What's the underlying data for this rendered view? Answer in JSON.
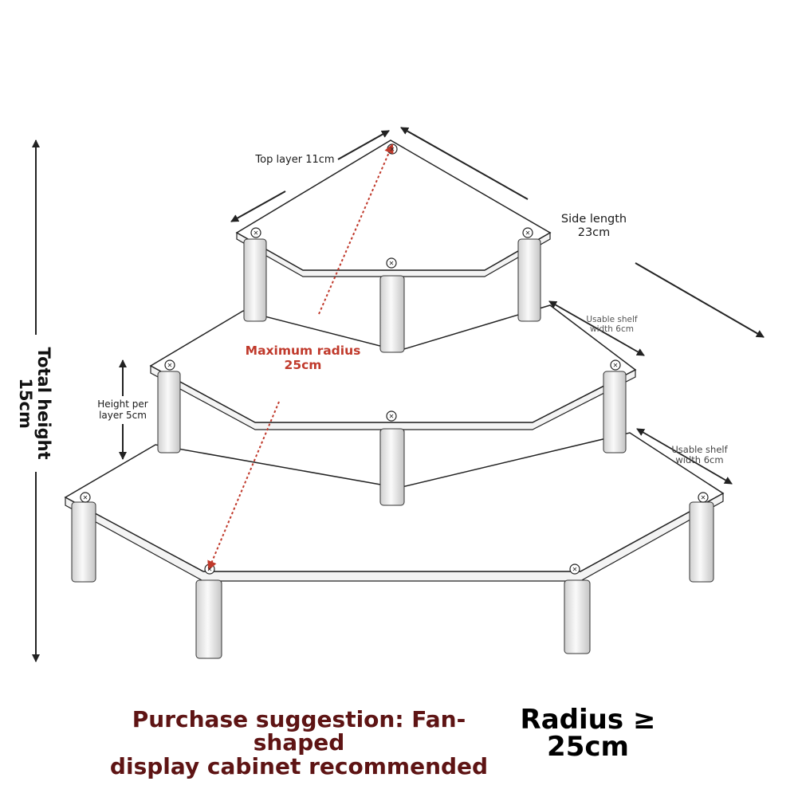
{
  "labels": {
    "top_layer": "Top layer 11cm",
    "side_length": "Side length\n23cm",
    "usable_shelf_upper": "Usable shelf\nwidth 6cm",
    "usable_shelf_lower": "Usable shelf\nwidth 6cm",
    "max_radius": "Maximum radius\n25cm",
    "height_per_layer": "Height per\nlayer 5cm",
    "total_height": "Total height\n15cm"
  },
  "footer": {
    "suggestion": "Purchase suggestion: Fan-shaped\ndisplay cabinet recommended",
    "radius": "Radius ≥\n25cm"
  },
  "colors": {
    "accent_red": "#c0392b",
    "footer_dark_red": "#5e1414",
    "line": "#222222"
  },
  "screw_mark": "✕"
}
